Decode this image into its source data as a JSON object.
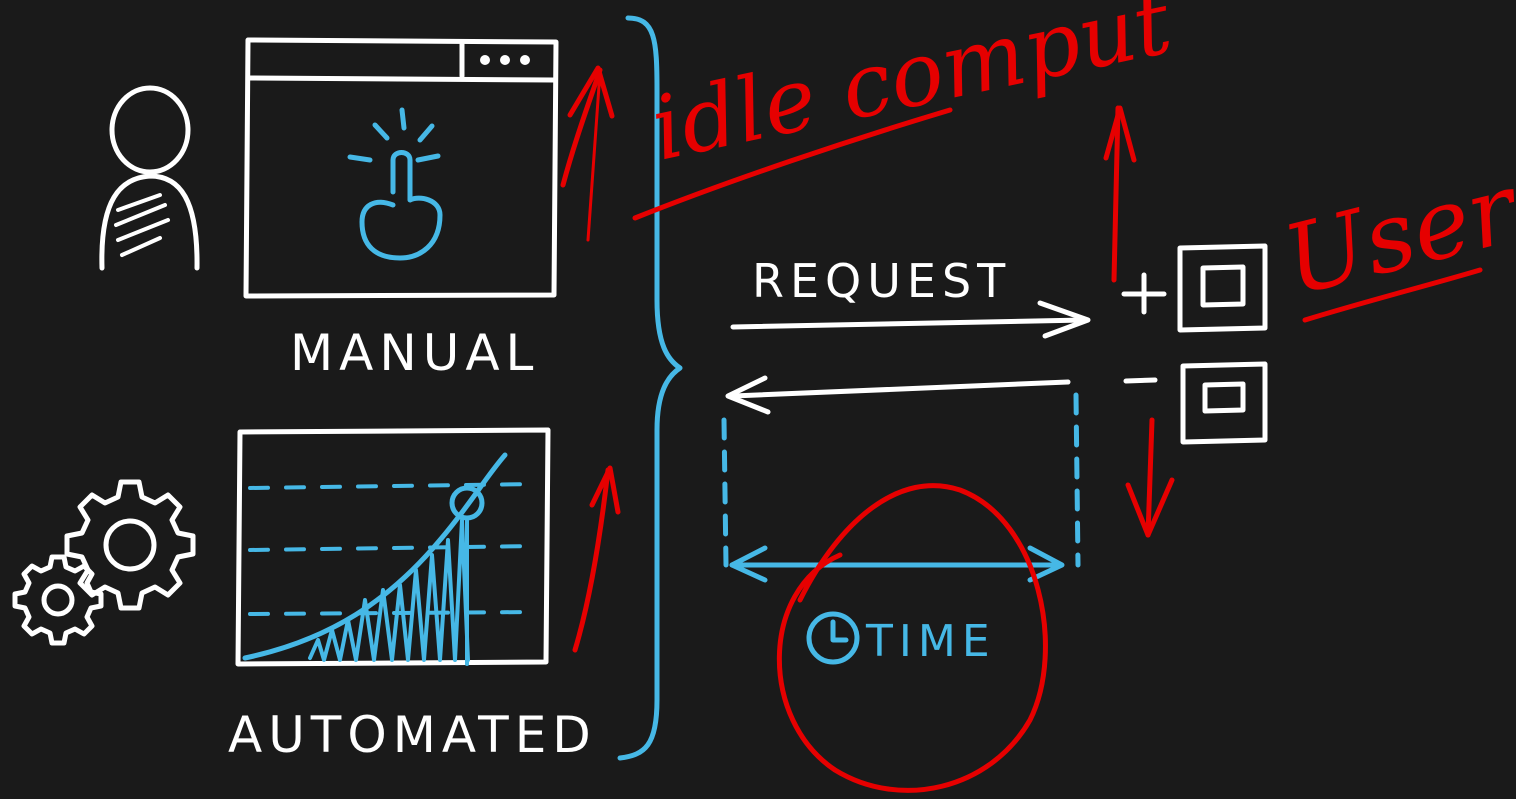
{
  "labels": {
    "manual": "MANUAL",
    "automated": "AUTOMATED",
    "request": "REQUEST",
    "time": "TIME"
  },
  "annotations": {
    "top_right": "Users",
    "top_center": "idle comput"
  },
  "colors": {
    "background": "#1a1a1a",
    "chalk": "#ffffff",
    "accent": "#46b8e6",
    "annotation": "#e60000"
  }
}
